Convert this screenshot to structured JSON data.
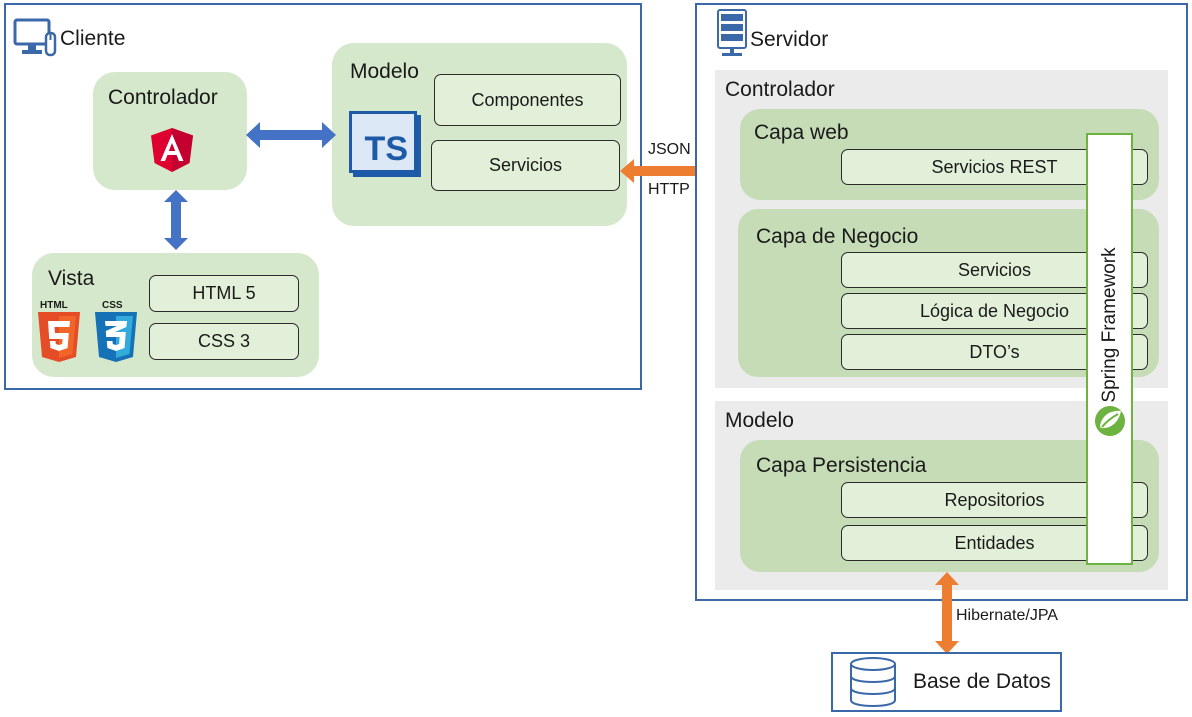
{
  "client": {
    "title": "Cliente",
    "controller": {
      "title": "Controlador"
    },
    "model": {
      "title": "Modelo",
      "items": [
        "Componentes",
        "Servicios"
      ]
    },
    "view": {
      "title": "Vista",
      "items": [
        "HTML 5",
        "CSS 3"
      ],
      "html_badge": "HTML",
      "css_badge": "CSS"
    },
    "ts_logo": "TS"
  },
  "connection": {
    "top": "JSON",
    "bottom": "HTTP"
  },
  "server": {
    "title": "Servidor",
    "controller": {
      "title": "Controlador",
      "web_layer": {
        "title": "Capa web",
        "items": [
          "Servicios REST"
        ]
      },
      "business_layer": {
        "title": "Capa de Negocio",
        "items": [
          "Servicios",
          "Lógica de Negocio",
          "DTO’s"
        ]
      }
    },
    "model": {
      "title": "Modelo",
      "persistence_layer": {
        "title": "Capa Persistencia",
        "items": [
          "Repositorios",
          "Entidades"
        ]
      }
    },
    "framework": "Spring Framework"
  },
  "db_link": "Hibernate/JPA",
  "database": "Base de Datos",
  "colors": {
    "frame": "#3a68a8",
    "blue_arrow": "#4472c4",
    "orange_arrow": "#ed7d31",
    "green": "#d5e8cb",
    "spring": "#6db33f"
  }
}
